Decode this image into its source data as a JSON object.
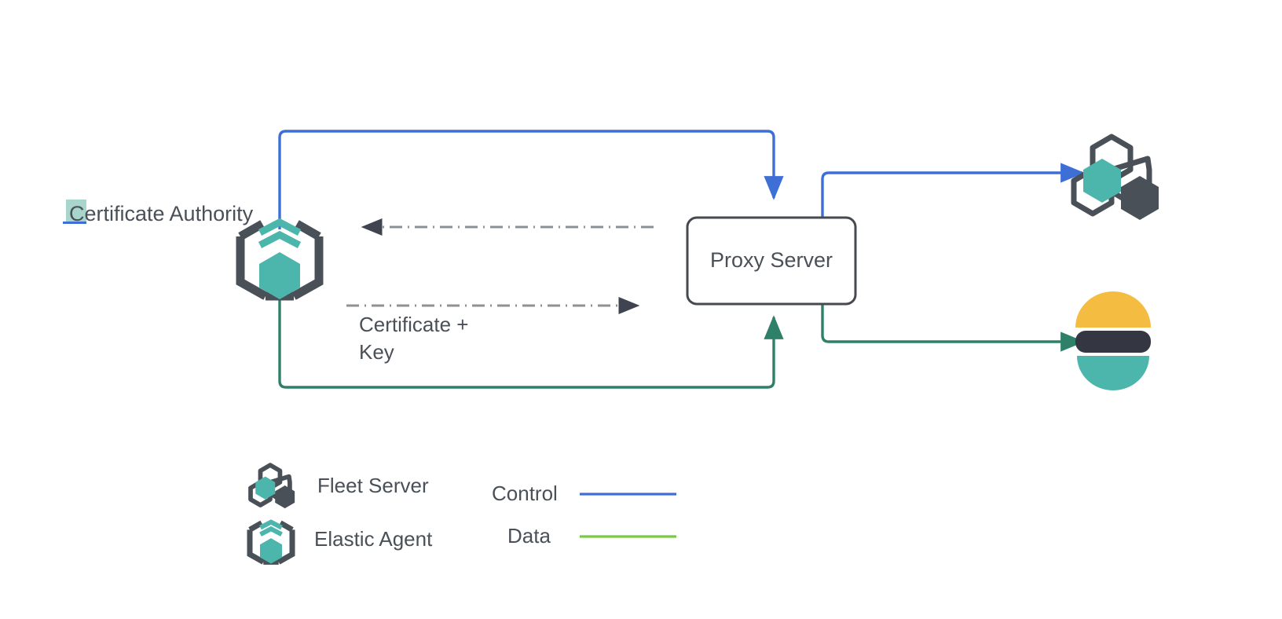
{
  "diagram": {
    "title": "Elastic Agent proxy server certificate flow",
    "background": "#ffffff",
    "colors": {
      "control_blue": "#3d6fd6",
      "data_green": "#2e8068",
      "legend_data_green": "#7ac943",
      "dark_slate": "#4a5058",
      "teal": "#4db6ac",
      "elastic_yellow": "#f4bd42",
      "elastic_dark": "#343741",
      "elastic_teal": "#4db6ac",
      "dashed_gray": "#8c9196",
      "highlight_mint": "#a8d5cc",
      "text": "#4a5058"
    },
    "nodes": {
      "certificate_authority": {
        "label": "Certificate Authority",
        "icon": "elastic-agent-icon"
      },
      "proxy_server": {
        "label": "Proxy Server",
        "shape": "rounded-rectangle"
      },
      "fleet_server": {
        "label": "",
        "icon": "fleet-server-icon"
      },
      "elasticsearch": {
        "label": "",
        "icon": "elasticsearch-icon"
      }
    },
    "edges": [
      {
        "name": "control-path-agent-to-proxy",
        "style": "solid",
        "color": "#3d6fd6",
        "label": ""
      },
      {
        "name": "data-path-agent-to-proxy",
        "style": "solid",
        "color": "#2e8068",
        "label": ""
      },
      {
        "name": "control-path-proxy-to-fleet",
        "style": "solid",
        "color": "#3d6fd6",
        "label": ""
      },
      {
        "name": "data-path-proxy-to-elasticsearch",
        "style": "solid",
        "color": "#2e8068",
        "label": ""
      },
      {
        "name": "cert-request-proxy-to-ca",
        "style": "dash-dot",
        "color": "#4a5058",
        "label": ""
      },
      {
        "name": "cert-key-ca-to-proxy",
        "style": "dash-dot",
        "color": "#4a5058",
        "label": "Certificate +\nKey",
        "label_line1": "Certificate +",
        "label_line2": "Key"
      }
    ],
    "edge_labels": {
      "certificate_key_line1": "Certificate +",
      "certificate_key_line2": "Key"
    },
    "legend": {
      "icon_items": [
        {
          "label": "Fleet Server",
          "icon": "fleet-server-icon"
        },
        {
          "label": "Elastic Agent",
          "icon": "elastic-agent-icon"
        }
      ],
      "line_items": [
        {
          "label": "Control",
          "color": "#3d6fd6"
        },
        {
          "label": "Data",
          "color": "#7ac943"
        }
      ]
    }
  }
}
